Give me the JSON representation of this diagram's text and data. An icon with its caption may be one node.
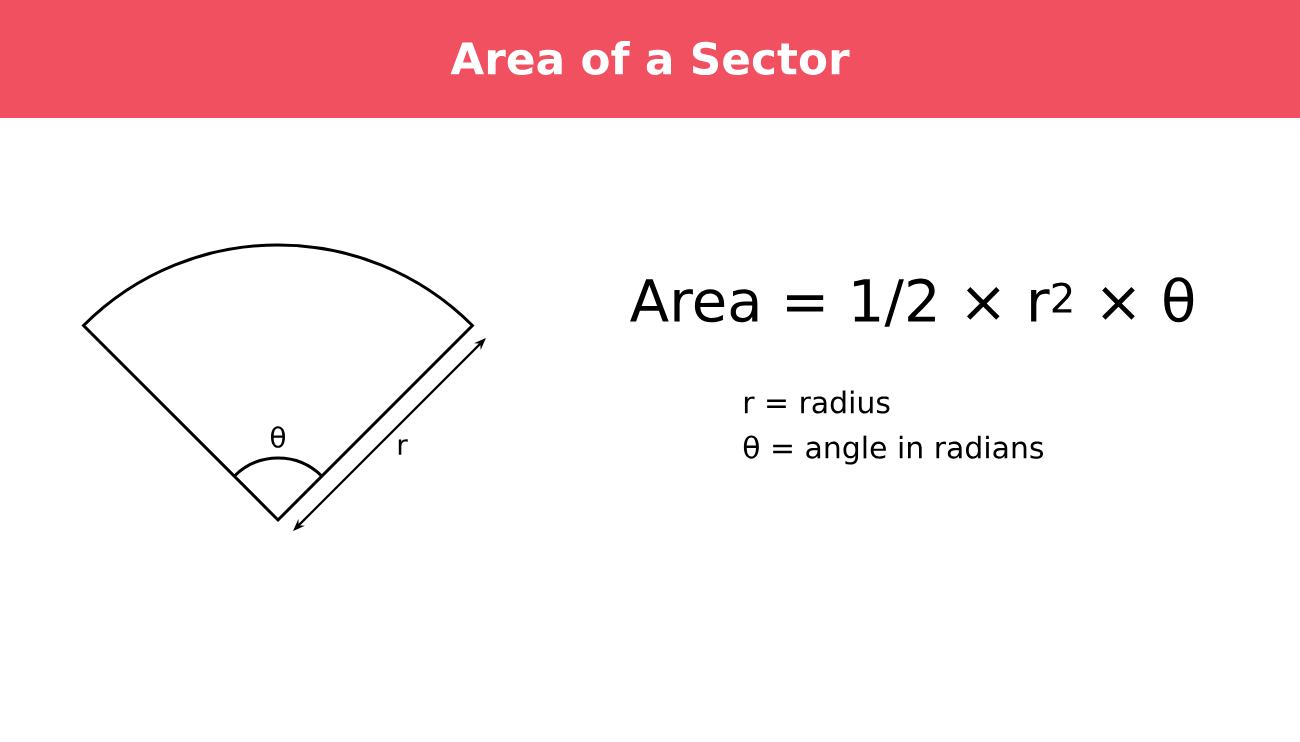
{
  "diagram": {
    "title": "Area of a Sector",
    "labels": [
      "Area = 1/2 × r$^{2}$ × θ",
      "r = radius",
      "θ = angle in radians",
      "θ",
      "r"
    ]
  }
}
